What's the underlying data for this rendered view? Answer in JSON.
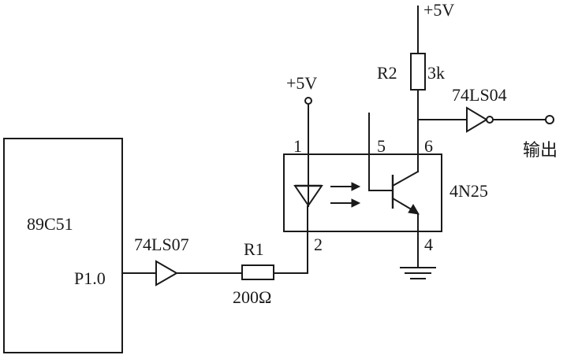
{
  "mcu": {
    "label": "89C51",
    "pin": "P1.0"
  },
  "buffer": {
    "label": "74LS07"
  },
  "r1": {
    "name": "R1",
    "value": "200Ω"
  },
  "optocoupler": {
    "label": "4N25",
    "pin1": "1",
    "pin2": "2",
    "pin4": "4",
    "pin5": "5",
    "pin6": "6"
  },
  "supply_led": {
    "label": "+5V"
  },
  "supply_top": {
    "label": "+5V"
  },
  "r2": {
    "name": "R2",
    "value": "3k"
  },
  "inverter": {
    "label": "74LS04"
  },
  "output": {
    "label": "输出"
  }
}
